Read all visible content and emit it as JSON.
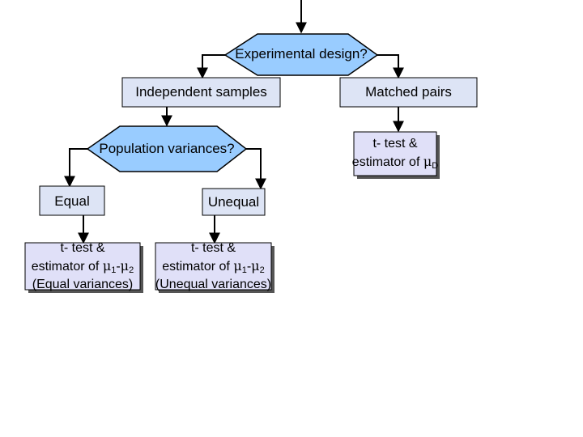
{
  "colors": {
    "decision_fill": "#99ccff",
    "box_fill": "#dde4f5",
    "result_fill": "#e0e0f8",
    "stroke": "#000000",
    "shadow": "#555555"
  },
  "nodes": {
    "experimental_design": "Experimental design?",
    "independent_samples": "Independent samples",
    "matched_pairs": "Matched pairs",
    "population_variances": "Population variances?",
    "equal": "Equal",
    "unequal": "Unequal"
  },
  "results": {
    "matched": {
      "line1": "t- test &",
      "line2_prefix": "estimator of ",
      "mu": "μ",
      "sub": "D"
    },
    "equal": {
      "line1": "t- test &",
      "line2_prefix": "estimator of ",
      "mu1": "μ",
      "sub1": "1",
      "minus": "-",
      "mu2": "μ",
      "sub2": "2",
      "line3": "(Equal variances)"
    },
    "unequal": {
      "line1": "t- test &",
      "line2_prefix": "estimator of ",
      "mu1": "μ",
      "sub1": "1",
      "minus": "-",
      "mu2": "μ",
      "sub2": "2",
      "line3": "(Unequal variances)"
    }
  }
}
